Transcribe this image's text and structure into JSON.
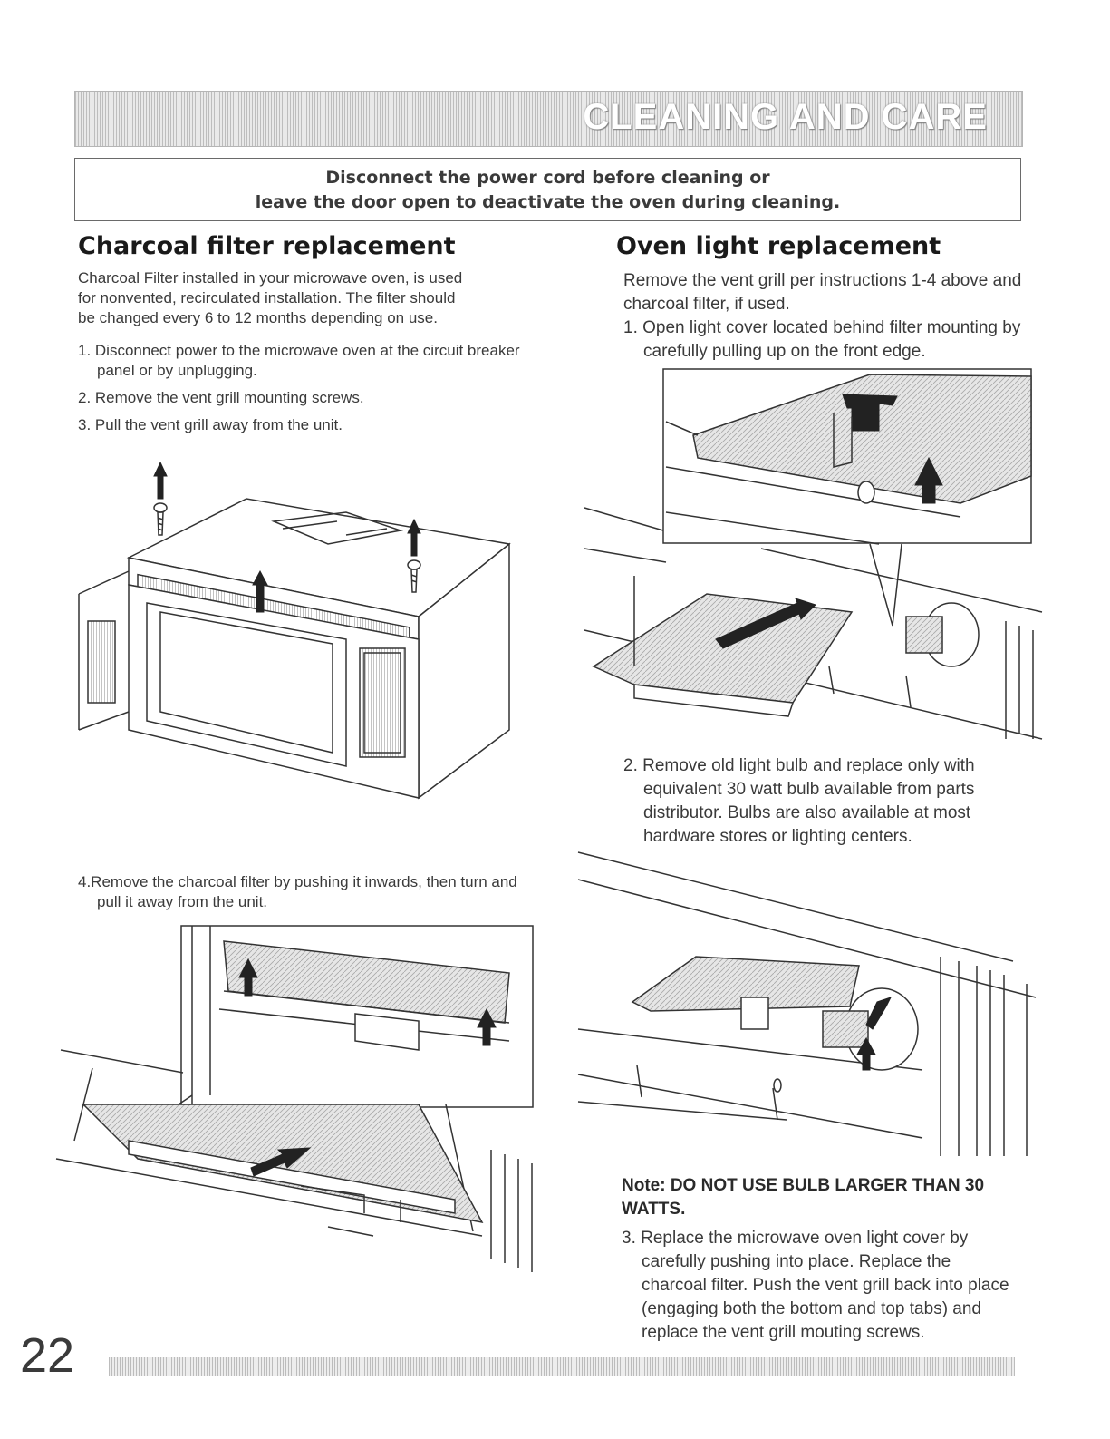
{
  "header": {
    "title": "CLEANING AND CARE"
  },
  "warning": {
    "line1": "Disconnect the power cord before cleaning or",
    "line2": "leave the door open to deactivate the oven during cleaning."
  },
  "charcoal": {
    "title": "Charcoal filter replacement",
    "intro": [
      "Charcoal Filter installed in your microwave oven, is used",
      "for nonvented, recirculated installation. The filter should",
      "be changed every 6 to 12 months depending on use."
    ],
    "steps": [
      "1. Disconnect power to the microwave oven at the circuit breaker panel or by unplugging.",
      "2. Remove the vent grill mounting screws.",
      "3. Pull the vent grill away from the unit."
    ],
    "step4": "4.Remove the charcoal filter by pushing it inwards, then turn and pull it away from the unit."
  },
  "oven_light": {
    "title": "Oven light replacement",
    "intro": "Remove the vent grill per instructions 1-4 above and charcoal filter, if used.",
    "step1": "1. Open light cover located behind filter mounting by carefully pulling up on the front edge.",
    "step2": "2. Remove old light bulb and replace only with equivalent 30 watt bulb available from parts distributor. Bulbs are also available at most hardware stores or lighting centers.",
    "note": "Note: DO NOT USE BULB LARGER THAN 30 WATTS.",
    "step3": "3. Replace the microwave oven light cover by carefully pushing into place. Replace the charcoal filter. Push the vent grill back into place (engaging both the bottom and top tabs) and replace the vent grill mouting screws."
  },
  "footer": {
    "page_number": "22"
  }
}
